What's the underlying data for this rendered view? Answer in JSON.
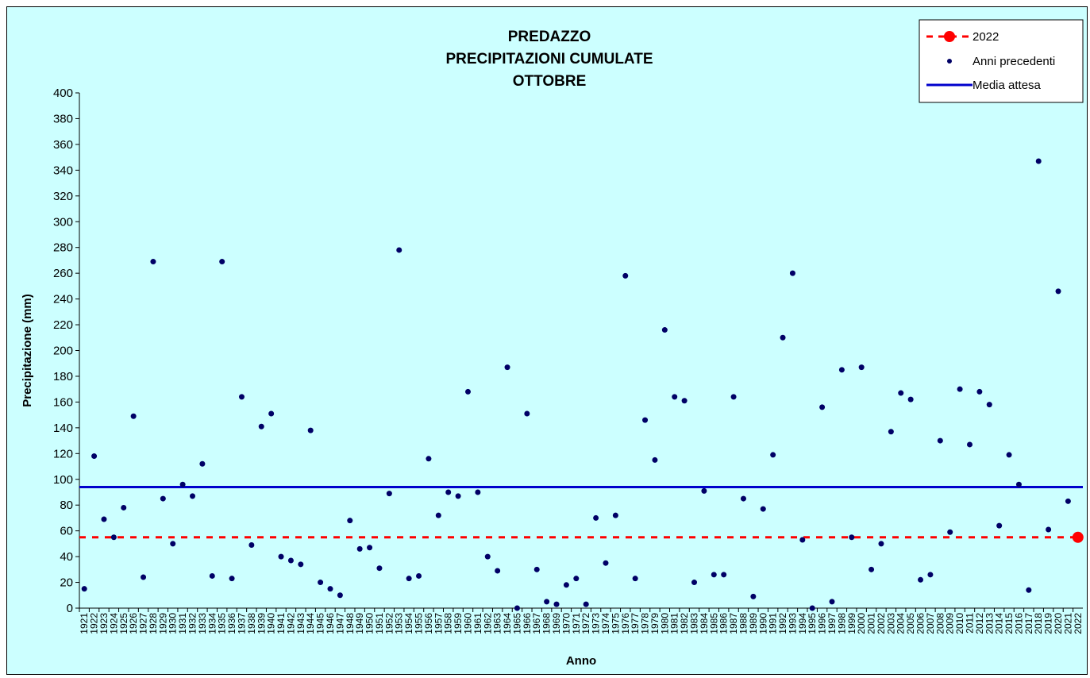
{
  "chart_data": {
    "type": "scatter",
    "title_lines": [
      "PREDAZZO",
      "PRECIPITAZIONI CUMULATE",
      "OTTOBRE"
    ],
    "xlabel": "Anno",
    "ylabel": "Precipitazione (mm)",
    "ylim": [
      0,
      400
    ],
    "y_ticks": [
      0,
      20,
      40,
      60,
      80,
      100,
      120,
      140,
      160,
      180,
      200,
      220,
      240,
      260,
      280,
      300,
      320,
      340,
      360,
      380,
      400
    ],
    "x_range": [
      1921,
      2022
    ],
    "grid": false,
    "legend_position": "top-right",
    "colors": {
      "background": "#ccffff",
      "points": "#000066",
      "mean_line": "#0000cc",
      "current_year": "#ff0000"
    },
    "series": [
      {
        "name": "2022",
        "kind": "point-with-dashed-reference-line",
        "x": [
          2022
        ],
        "y": [
          55
        ]
      },
      {
        "name": "Anni precedenti",
        "kind": "points",
        "x": [
          1921,
          1922,
          1923,
          1924,
          1925,
          1926,
          1927,
          1928,
          1929,
          1930,
          1931,
          1932,
          1933,
          1934,
          1935,
          1936,
          1937,
          1938,
          1939,
          1940,
          1941,
          1942,
          1943,
          1944,
          1945,
          1946,
          1947,
          1948,
          1949,
          1950,
          1951,
          1952,
          1953,
          1954,
          1955,
          1956,
          1957,
          1958,
          1959,
          1960,
          1961,
          1962,
          1963,
          1964,
          1965,
          1966,
          1967,
          1968,
          1969,
          1970,
          1971,
          1972,
          1973,
          1974,
          1975,
          1976,
          1977,
          1978,
          1979,
          1980,
          1981,
          1982,
          1983,
          1984,
          1985,
          1986,
          1987,
          1988,
          1989,
          1990,
          1991,
          1992,
          1993,
          1994,
          1995,
          1996,
          1997,
          1998,
          1999,
          2000,
          2001,
          2002,
          2003,
          2004,
          2005,
          2006,
          2007,
          2008,
          2009,
          2010,
          2011,
          2012,
          2013,
          2014,
          2015,
          2016,
          2017,
          2018,
          2019,
          2020,
          2021
        ],
        "y": [
          15,
          118,
          69,
          55,
          78,
          149,
          24,
          269,
          85,
          50,
          96,
          87,
          112,
          25,
          269,
          23,
          164,
          49,
          141,
          151,
          40,
          37,
          34,
          138,
          20,
          15,
          10,
          68,
          46,
          47,
          31,
          89,
          278,
          23,
          25,
          116,
          72,
          90,
          87,
          168,
          90,
          40,
          29,
          187,
          0,
          151,
          30,
          5,
          3,
          18,
          23,
          3,
          70,
          35,
          72,
          258,
          23,
          146,
          115,
          216,
          164,
          161,
          20,
          91,
          26,
          26,
          164,
          85,
          9,
          77,
          119,
          210,
          260,
          53,
          0,
          156,
          5,
          185,
          55,
          187,
          30,
          50,
          137,
          167,
          162,
          22,
          26,
          130,
          59,
          170,
          127,
          168,
          158,
          64,
          119,
          96,
          14,
          347,
          61,
          246,
          83
        ]
      },
      {
        "name": "Media attesa",
        "kind": "horizontal-line",
        "y": 94
      }
    ]
  }
}
